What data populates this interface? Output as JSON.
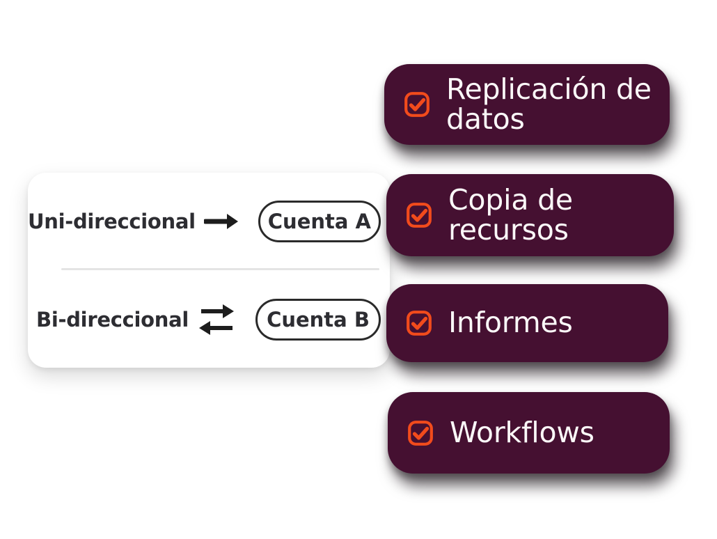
{
  "colors": {
    "background": "#ffffff",
    "feature_card_bg": "#451031",
    "feature_text": "#fbf8f8",
    "checkbox_orange": "#f24b1c",
    "dark_text": "#2d2d32",
    "pill_border": "#2a2a2a",
    "divider": "#e4e4e4",
    "arrow_black": "#1d1d1d"
  },
  "direction_card": {
    "rows": [
      {
        "label": "Uni-direccional",
        "arrow": "right-arrow",
        "pill": "Cuenta A"
      },
      {
        "label": "Bi-direccional",
        "arrow": "bidirectional-arrows",
        "pill": "Cuenta B"
      }
    ]
  },
  "feature_cards": [
    {
      "label": "Replicación de\ndatos"
    },
    {
      "label": "Copia de\nrecursos"
    },
    {
      "label": "Informes"
    },
    {
      "label": "Workflows"
    }
  ],
  "icons": {
    "checkbox": "checkbox-checked-icon",
    "uni_arrow": "right-arrow-icon",
    "bi_arrow": "bidirectional-arrows-icon"
  }
}
